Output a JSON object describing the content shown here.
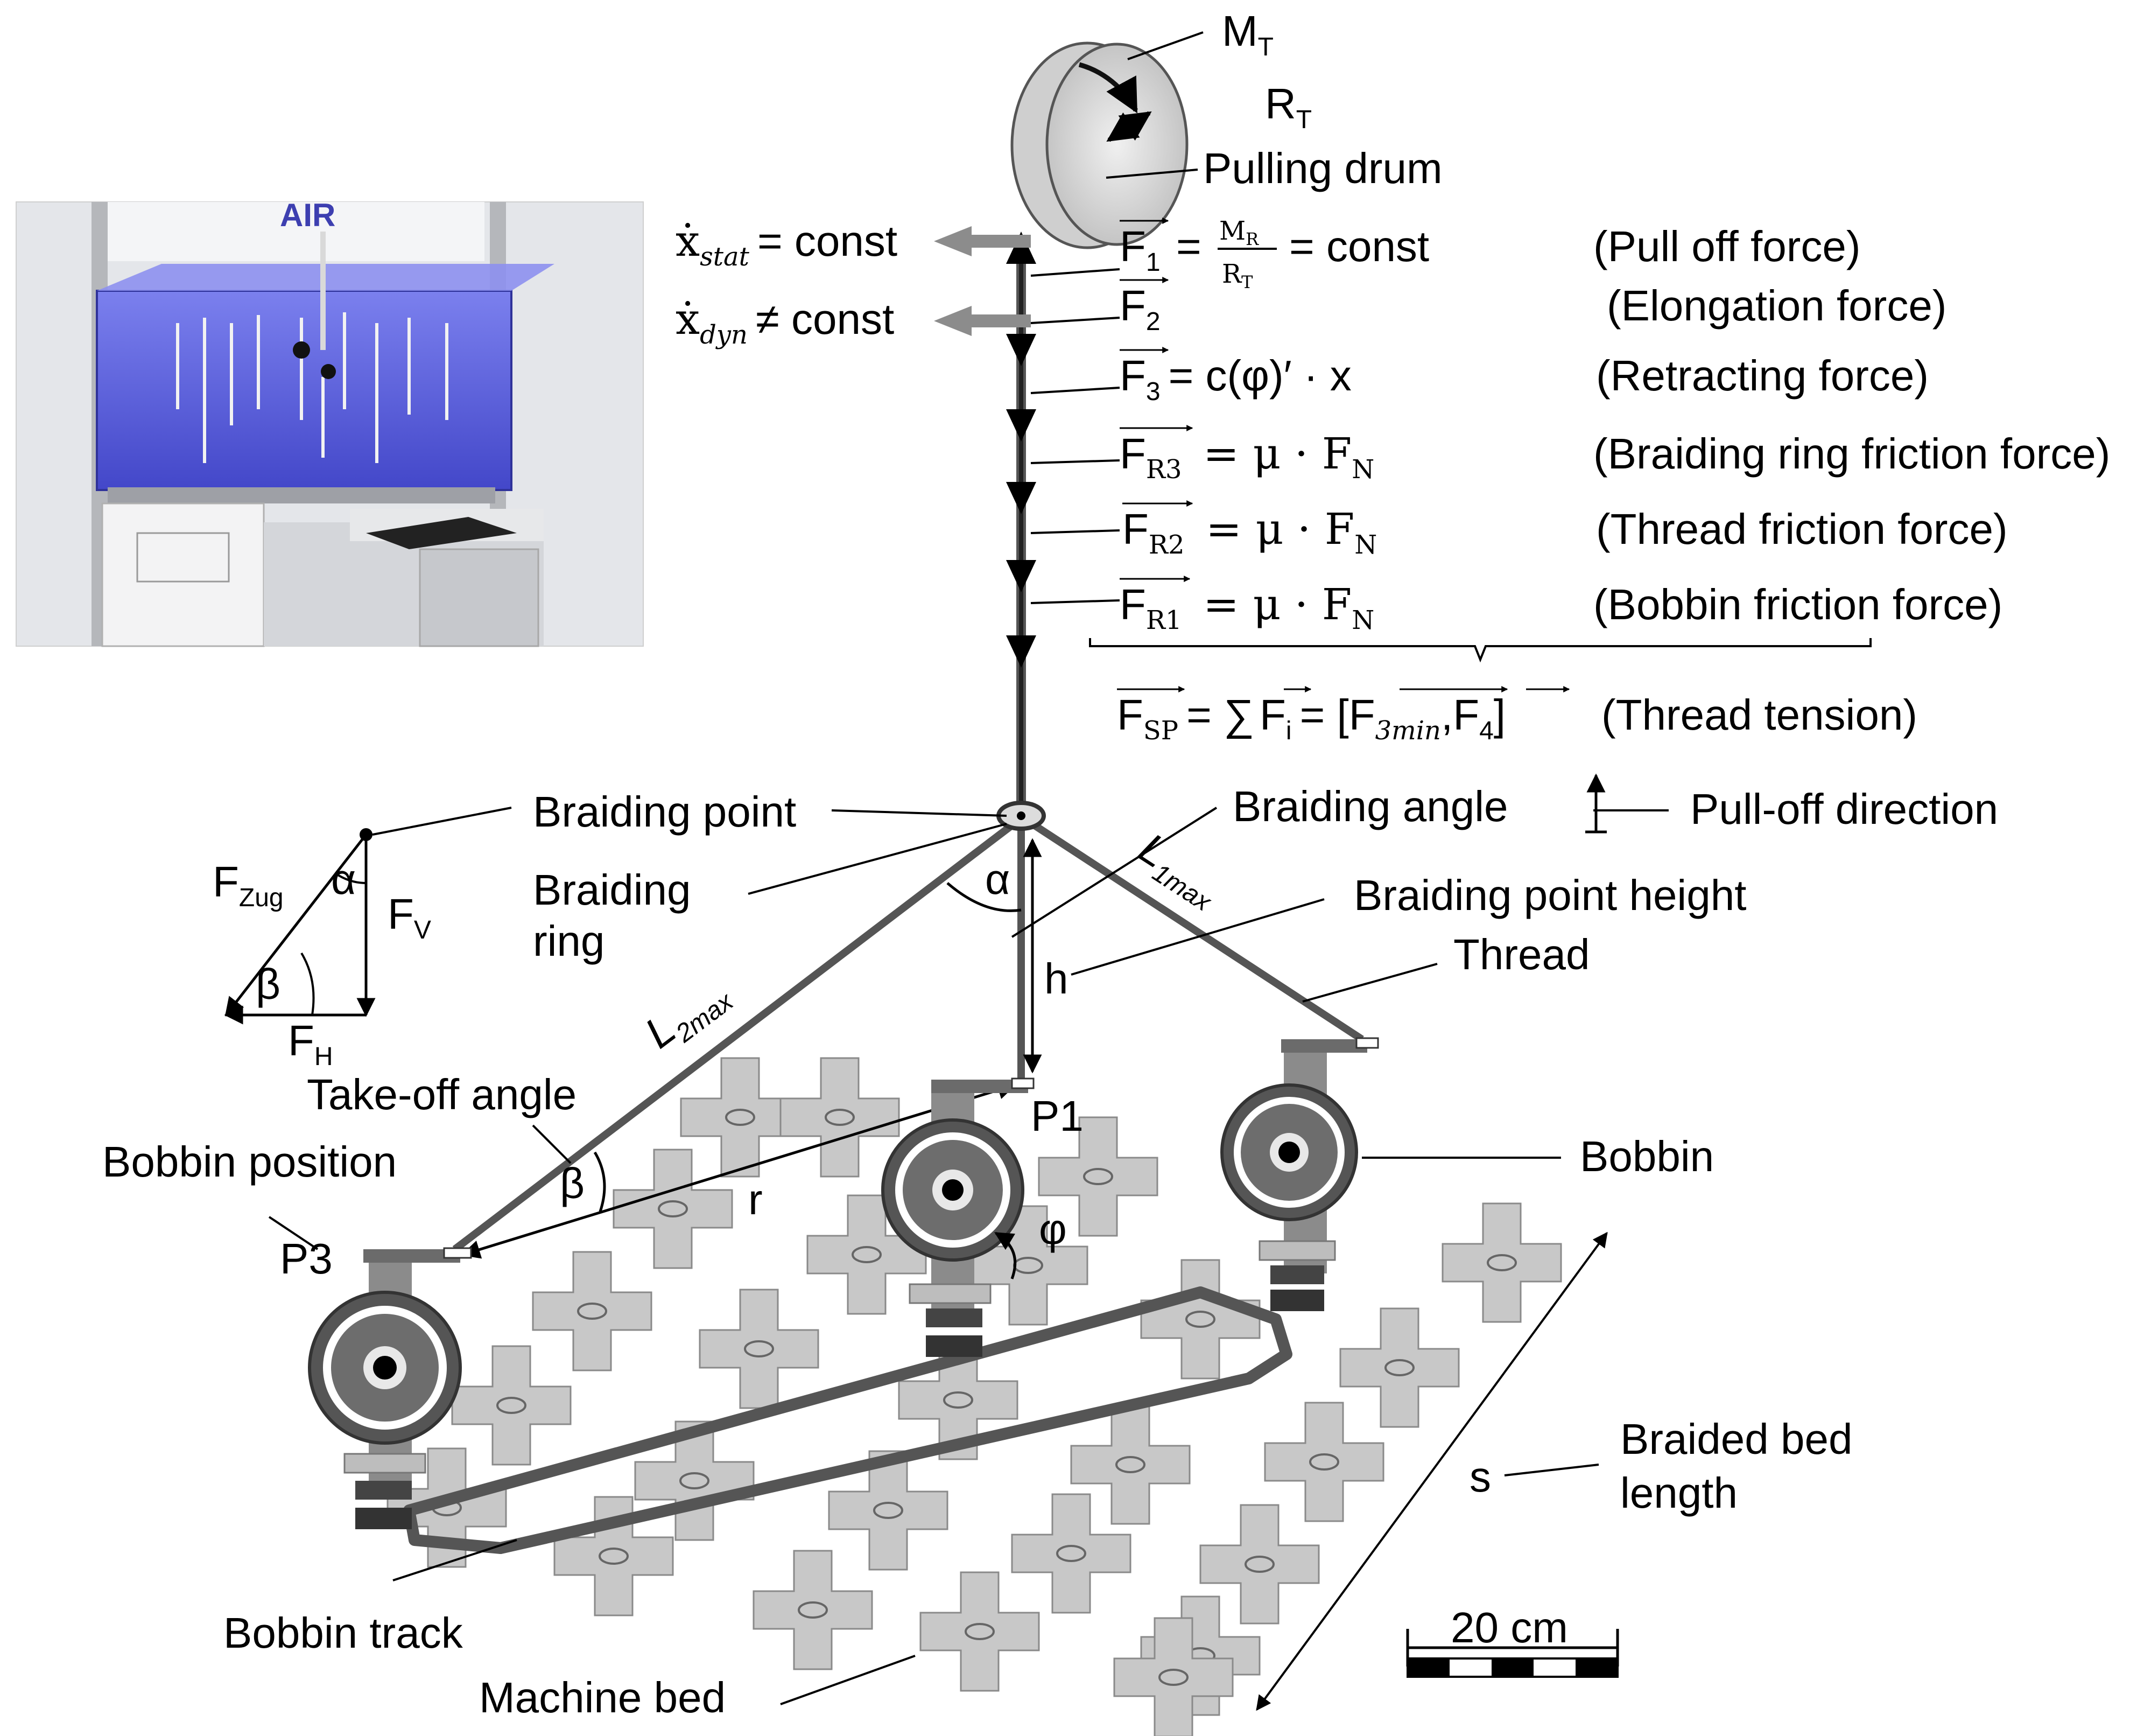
{
  "drum": {
    "m_sym": "M",
    "m_sub": "T",
    "r_sym": "R",
    "r_sub": "T",
    "label": "Pulling drum"
  },
  "velocities": {
    "stat": {
      "sym": "ẋ",
      "sub": "stat",
      "rel": "= const"
    },
    "dyn": {
      "sym": "ẋ",
      "sub": "dyn",
      "rel": "≠ const"
    }
  },
  "forces": [
    {
      "sym": "F",
      "sub": "1",
      "eq": "= M_R/R_T = const",
      "desc": "(Pull off force)"
    },
    {
      "sym": "F",
      "sub": "2",
      "eq": "",
      "desc": "(Elongation force)"
    },
    {
      "sym": "F",
      "sub": "3",
      "eq": "= c(φ)′ · x",
      "desc": "(Retracting force)"
    },
    {
      "sym": "F",
      "sub": "R3",
      "eq": "= μ · F_N",
      "desc": "(Braiding ring friction force)"
    },
    {
      "sym": "F",
      "sub": "R2",
      "eq": "= μ · F_N",
      "desc": "(Thread friction force)"
    },
    {
      "sym": "F",
      "sub": "R1",
      "eq": "= μ · F_N",
      "desc": "(Bobbin friction force)"
    }
  ],
  "frac": {
    "num_sym": "M",
    "num_sub": "R",
    "den_sym": "R",
    "den_sub": "T",
    "tail": "= const"
  },
  "fn": {
    "sym": "F",
    "sub": "N"
  },
  "tension": {
    "lhs_sub": "SP",
    "mid": "= ∑",
    "fi_sub": "i",
    "eq2": "= [",
    "f3_sub": "3min",
    "f4_sub": "4",
    "close": "]",
    "desc": "(Thread tension)"
  },
  "labels": {
    "braiding_point": "Braiding point",
    "braiding_ring": [
      "Braiding",
      "ring"
    ],
    "braiding_angle": "Braiding angle",
    "pull_off_direction": "Pull-off direction",
    "braiding_point_height": "Braiding point height",
    "thread": "Thread",
    "take_off_angle": "Take-off angle",
    "bobbin_position": "Bobbin position",
    "bobbin": "Bobbin",
    "braided_bed_length": [
      "Braided bed",
      "length"
    ],
    "bobbin_track": "Bobbin track",
    "machine_bed": "Machine bed",
    "scale": "20 cm"
  },
  "symbols": {
    "alpha": "α",
    "beta": "β",
    "phi": "φ",
    "h": "h",
    "r": "r",
    "s": "s",
    "p1": "P1",
    "p3": "P3",
    "L1": "L",
    "L1_sub": "1max",
    "L2": "L",
    "L2_sub": "2max",
    "fzug": "F",
    "fzug_sub": "Zug",
    "fv": "F",
    "fv_sub": "V",
    "fh": "F",
    "fh_sub": "H"
  },
  "photo": {
    "brand_text": "AIR"
  },
  "colors": {
    "enclosure": "#5a5fe0",
    "thread": "#555555",
    "cross": "#c8c8c8",
    "bobbin_dark": "#555555"
  }
}
